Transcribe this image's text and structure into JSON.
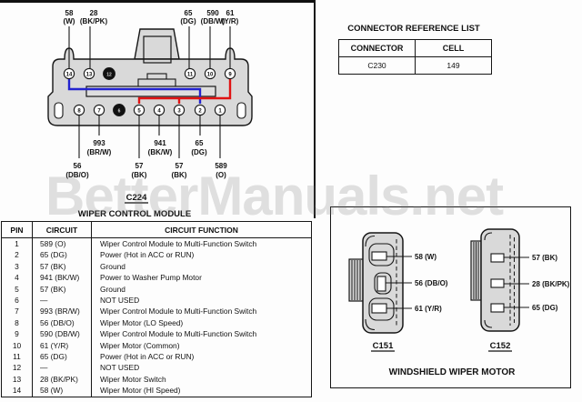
{
  "watermark": "BetterManuals.net",
  "c224": {
    "connector_id": "C224",
    "caption": "WIPER CONTROL MODULE",
    "top_labels": [
      {
        "num": "58",
        "code": "(W)"
      },
      {
        "num": "28",
        "code": "(BK/PK)"
      },
      {
        "num": "65",
        "code": "(DG)"
      },
      {
        "num": "590",
        "code": "(DB/W)"
      },
      {
        "num": "61",
        "code": "(Y/R)"
      }
    ],
    "pins_top": [
      "14",
      "13",
      "12",
      "11",
      "10",
      "9"
    ],
    "pins_bottom": [
      "8",
      "7",
      "6",
      "5",
      "4",
      "3",
      "2",
      "1"
    ],
    "inner_labels": [
      {
        "num": "993",
        "code": "(BR/W)"
      },
      {
        "num": "941",
        "code": "(BK/W)"
      },
      {
        "num": "65",
        "code": "(DG)"
      }
    ],
    "outer_labels": [
      {
        "num": "56",
        "code": "(DB/O)"
      },
      {
        "num": "57",
        "code": "(BK)"
      },
      {
        "num": "57",
        "code": "(BK)"
      },
      {
        "num": "589",
        "code": "(O)"
      }
    ],
    "wire_colors": {
      "blue": "#2323cf",
      "red": "#e01313"
    }
  },
  "reference_table": {
    "title": "CONNECTOR REFERENCE LIST",
    "headers": [
      "CONNECTOR",
      "CELL"
    ],
    "rows": [
      [
        "C230",
        "149"
      ]
    ]
  },
  "pin_table": {
    "headers": [
      "PIN",
      "CIRCUIT",
      "CIRCUIT FUNCTION"
    ],
    "rows": [
      {
        "pin": "1",
        "circuit": "589 (O)",
        "function": "Wiper Control Module to Multi-Function Switch"
      },
      {
        "pin": "2",
        "circuit": "65 (DG)",
        "function": "Power (Hot in ACC or RUN)"
      },
      {
        "pin": "3",
        "circuit": "57 (BK)",
        "function": "Ground"
      },
      {
        "pin": "4",
        "circuit": "941 (BK/W)",
        "function": "Power to Washer Pump Motor"
      },
      {
        "pin": "5",
        "circuit": "57 (BK)",
        "function": "Ground"
      },
      {
        "pin": "6",
        "circuit": "—",
        "function": "NOT USED"
      },
      {
        "pin": "7",
        "circuit": "993 (BR/W)",
        "function": "Wiper Control Module to Multi-Function Switch"
      },
      {
        "pin": "8",
        "circuit": "56 (DB/O)",
        "function": "Wiper Motor (LO Speed)"
      },
      {
        "pin": "9",
        "circuit": "590 (DB/W)",
        "function": "Wiper Control Module to Multi-Function Switch"
      },
      {
        "pin": "10",
        "circuit": "61 (Y/R)",
        "function": "Wiper Motor (Common)"
      },
      {
        "pin": "11",
        "circuit": "65 (DG)",
        "function": "Power (Hot in ACC or RUN)"
      },
      {
        "pin": "12",
        "circuit": "—",
        "function": "NOT USED"
      },
      {
        "pin": "13",
        "circuit": "28 (BK/PK)",
        "function": "Wiper Motor Switch"
      },
      {
        "pin": "14",
        "circuit": "58 (W)",
        "function": "Wiper Motor (HI Speed)"
      }
    ]
  },
  "wiper_motor": {
    "title": "WINDSHIELD WIPER MOTOR",
    "c151": {
      "id": "C151",
      "pin_labels": [
        "58 (W)",
        "56 (DB/O)",
        "61 (Y/R)"
      ]
    },
    "c152": {
      "id": "C152",
      "pin_labels": [
        "57 (BK)",
        "28 (BK/PK)",
        "65 (DG)"
      ]
    }
  }
}
